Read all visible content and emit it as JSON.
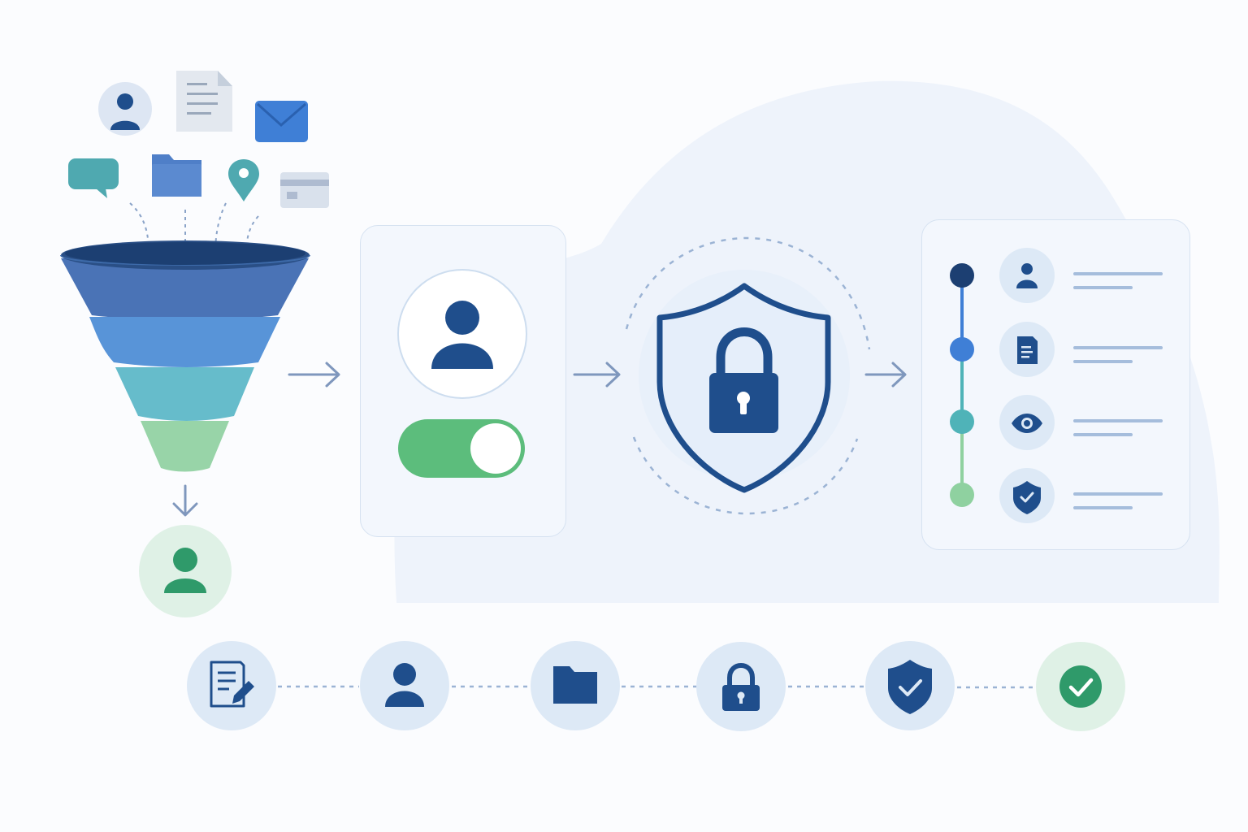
{
  "colors": {
    "background": "#fbfcfe",
    "blob": "#eef3fb",
    "navy": "#1f4e8c",
    "dark_navy": "#1c3f72",
    "blue": "#3f7fd6",
    "teal": "#4fb3b8",
    "light_green": "#8fd1a0",
    "green": "#5cbd7c",
    "arrow": "#7f97bd",
    "circle_bg": "#dde9f6",
    "green_bg": "#dff1e6",
    "card_bg": "#f3f7fd",
    "card_border": "#d6e2f1"
  },
  "source_icons": [
    "user-profile-icon",
    "document-icon",
    "email-icon",
    "chat-icon",
    "folder-icon",
    "location-pin-icon",
    "credit-card-icon"
  ],
  "funnel": {
    "layers": [
      "funnel-layer-1",
      "funnel-layer-2",
      "funnel-layer-3",
      "funnel-layer-4"
    ],
    "output_icon": "user-icon"
  },
  "consent_card": {
    "avatar_icon": "user-icon",
    "toggle_state": "on"
  },
  "security": {
    "icon": "shield-lock-icon"
  },
  "audit_timeline": {
    "steps": [
      {
        "icon": "user-icon",
        "dot_color": "#1c3f72"
      },
      {
        "icon": "document-icon",
        "dot_color": "#3f7fd6"
      },
      {
        "icon": "eye-icon",
        "dot_color": "#4fb3b8"
      },
      {
        "icon": "shield-check-icon",
        "dot_color": "#8fd1a0"
      }
    ]
  },
  "process_steps": [
    {
      "icon": "document-edit-icon"
    },
    {
      "icon": "user-icon"
    },
    {
      "icon": "folder-icon"
    },
    {
      "icon": "lock-icon"
    },
    {
      "icon": "shield-check-icon"
    },
    {
      "icon": "check-circle-icon"
    }
  ]
}
